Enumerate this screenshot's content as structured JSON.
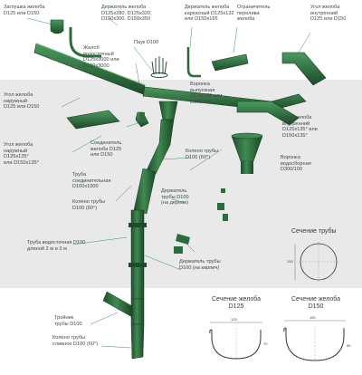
{
  "labels": {
    "end_cap": "Заглушка желоба\nD125 или D150",
    "gutter_holder": "Держатель желоба\nD125x280, D125x320,\nD150x300, D150x350",
    "frame_holder": "Держатель желоба\nкаркасный D125x132\nили D150x165",
    "overflow_limiter": "Ограничитель\nперелива\nжелоба",
    "inner_corner_top": "Угол желоба\nвнутренний\nD125 или D150",
    "gutter_pipe": "Желоб\nводосточный\nD125x3000 или\nD150x3000",
    "leaf_guard": "Паук D100",
    "outer_corner_90": "Угол желоба\nнаружный\nD125 или D150",
    "outlet_funnel": "Воронка\nвыпускная\nD125/100 или\nD150/100",
    "inner_corner_135": "Угол желоба\nвнутренний\nD125x135° или\nD150x135°",
    "gutter_connector": "Соединитель\nжелоба D125\nили D150",
    "outer_corner_135": "Угол желоба\nнаружный\nD125x135°\nили D150x135°",
    "pipe_elbow_top": "Колено трубы\nD100 (60°)",
    "collector_funnel": "Воронка\nводосборная\nD300/100",
    "pipe_connector": "Труба\nсоединительная\nD100x1000",
    "pipe_elbow_mid": "Колено трубы\nD100 (60°)",
    "pipe_holder_wood": "Держатель\nтрубы D100\n(на дерево)",
    "downpipe": "Труба водосточная D100\nдлиной 2 м и 3 м",
    "pipe_holder_brick": "Держатель трубы\nD100 (на кирпич)",
    "tee": "Тройник\nтрубы D100",
    "drain_elbow": "Колено трубы\nсливное D100 (60°)"
  },
  "sections": {
    "pipe_title": "Сечение трубы",
    "pipe_dim": "100",
    "gutter125_title": "Сечение желоба\nD125",
    "gutter125_width": "125",
    "gutter150_title": "Сечение желоба\nD150",
    "gutter150_width": "150",
    "gutter125_depth": "70",
    "gutter150_depth": "85"
  },
  "colors": {
    "product_green": "#2e6b3c",
    "band_gray": "#e9e9e9",
    "leader": "#3a8a78"
  }
}
